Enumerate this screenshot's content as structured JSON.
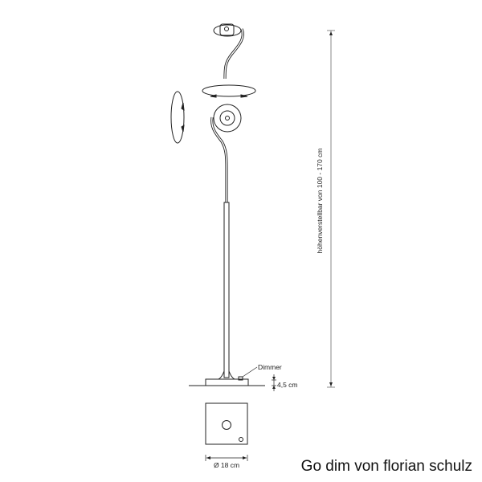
{
  "labels": {
    "height_range": "höhenverstellbar von 100 - 170 cm",
    "dimmer": "Dimmer",
    "base_height": "4,5 cm",
    "base_diameter": "Ø 18 cm"
  },
  "caption": "Go dim von florian schulz",
  "colors": {
    "line": "#222222",
    "dimension": "#888888"
  }
}
